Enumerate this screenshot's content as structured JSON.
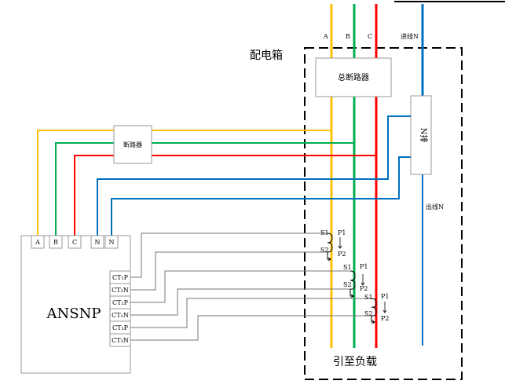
{
  "colors": {
    "phase_a": "#ffc000",
    "phase_b": "#00b050",
    "phase_c": "#ff0000",
    "neutral": "#0070c0",
    "signal_wire": "#777777",
    "enclosure": "#000000"
  },
  "labels": {
    "phase_a": "A",
    "phase_b": "B",
    "phase_c": "C",
    "incoming_n": "进线N",
    "outgoing_n": "出线N",
    "distribution_box": "配电箱",
    "main_breaker": "总断路器",
    "breaker": "断路器",
    "n_bar": "N排",
    "to_load": "引至负载"
  },
  "device": {
    "name": "ANSNP",
    "terminals": [
      "A",
      "B",
      "C",
      "N",
      "N"
    ],
    "ct_terminals": [
      "CT₁P",
      "CT₁N",
      "CT₂P",
      "CT₂N",
      "CT₃P",
      "CT₃N"
    ]
  },
  "ct_coils": [
    {
      "s1": "S1",
      "s2": "S2",
      "p1": "P1",
      "p2": "P2"
    },
    {
      "s1": "S1",
      "s2": "S2",
      "p1": "P1",
      "p2": "P2"
    },
    {
      "s1": "S1",
      "s2": "S2",
      "p1": "P1",
      "p2": "P2"
    }
  ]
}
